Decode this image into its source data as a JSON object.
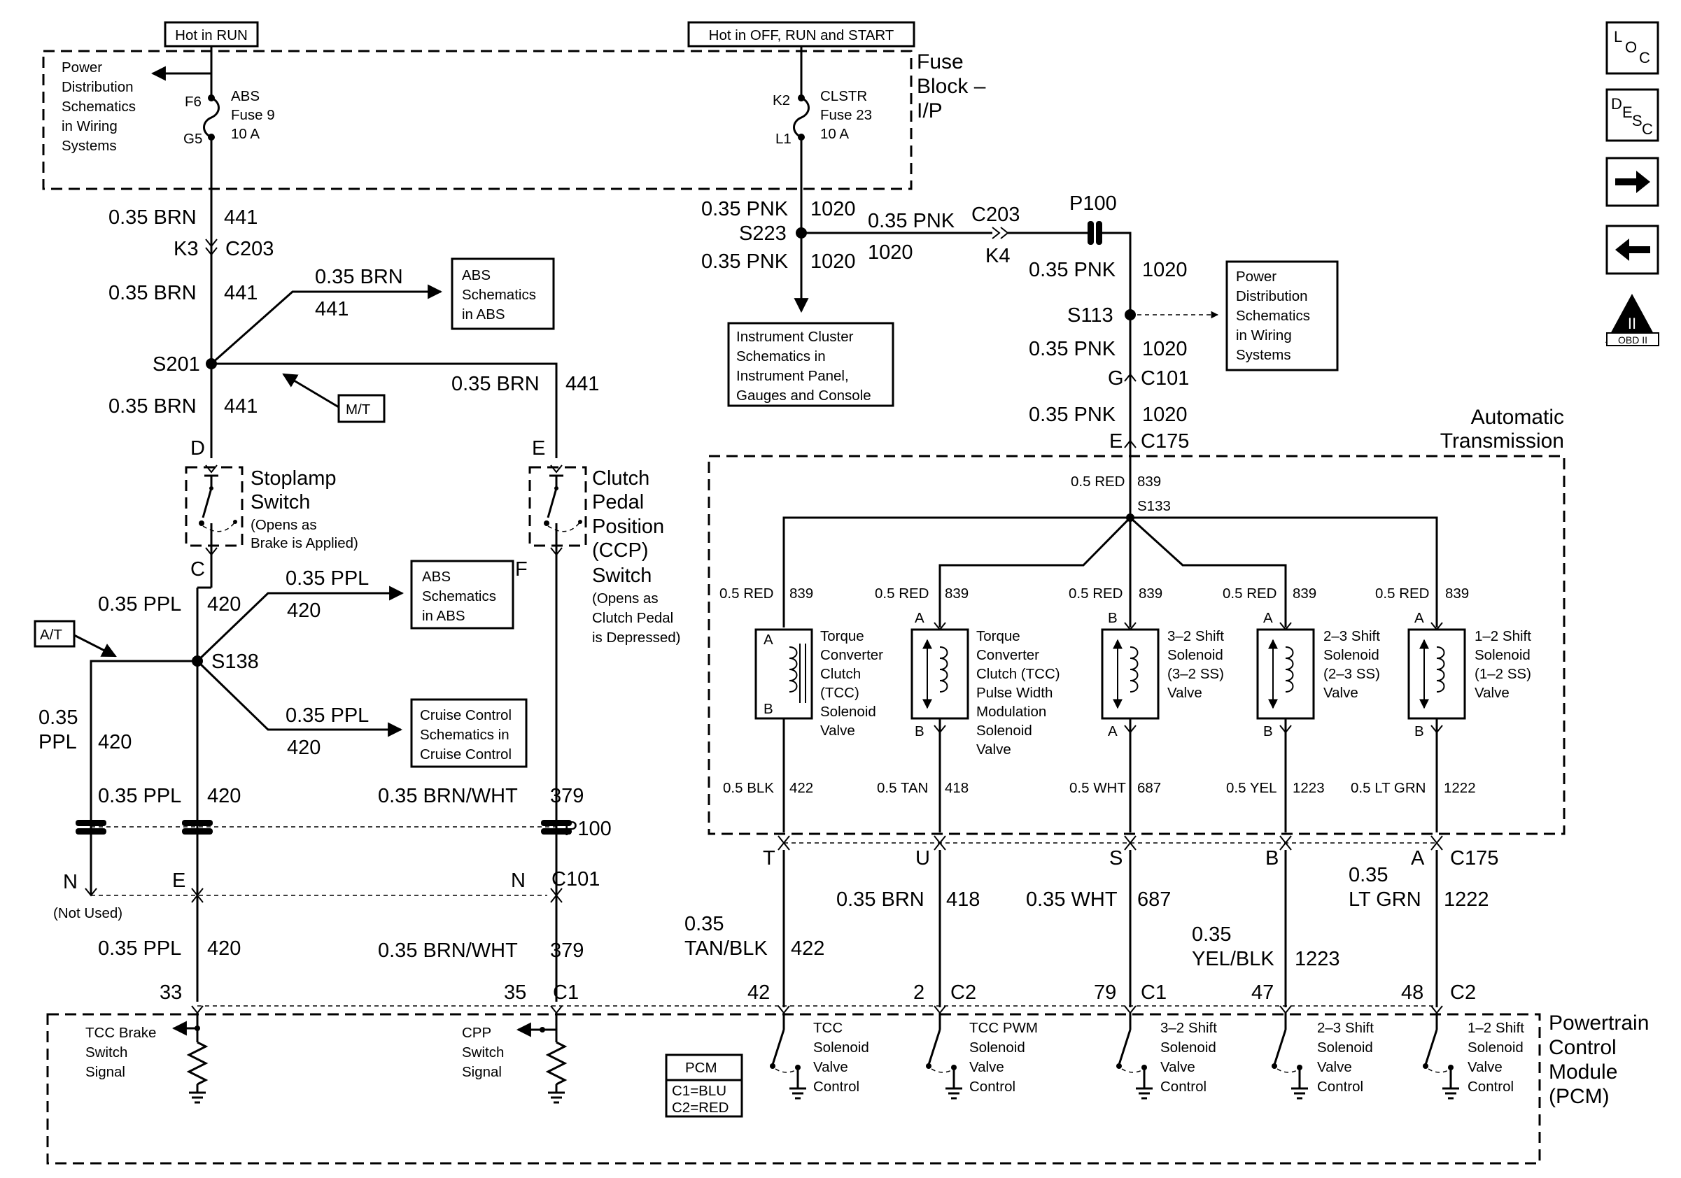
{
  "power": {
    "hot_run": "Hot in RUN",
    "hot_all": "Hot in OFF, RUN and START",
    "fuse_block": [
      "Fuse",
      "Block –",
      "I/P"
    ],
    "pdist_left": [
      "Power",
      "Distribution",
      "Schematics",
      "in Wiring",
      "Systems"
    ],
    "abs_fuse": {
      "top_term": "F6",
      "bottom_term": "G5",
      "lines": [
        "ABS",
        "Fuse 9",
        "10 A"
      ]
    },
    "clstr_fuse": {
      "top_term": "K2",
      "bottom_term": "L1",
      "lines": [
        "CLSTR",
        "Fuse 23",
        "10 A"
      ]
    }
  },
  "left": {
    "w1": {
      "gauge": "0.35 BRN",
      "circuit": "441"
    },
    "c203": {
      "pin": "K3",
      "name": "C203"
    },
    "w2": {
      "gauge": "0.35 BRN",
      "circuit": "441"
    },
    "abs_branch": {
      "gauge": "0.35 BRN",
      "circuit": "441",
      "box": [
        "ABS",
        "Schematics",
        "in ABS"
      ]
    },
    "s201": "S201",
    "mt": "M/T",
    "w3": {
      "gauge": "0.35 BRN",
      "circuit": "441"
    },
    "w_ccp": {
      "gauge": "0.35 BRN",
      "circuit": "441"
    },
    "stoplamp": {
      "top": "D",
      "bottom": "C",
      "name": [
        "Stoplamp",
        "Switch"
      ],
      "note": [
        "(Opens as",
        "Brake is Applied)"
      ]
    },
    "ccp": {
      "top": "E",
      "bottom": "F",
      "name": [
        "Clutch",
        "Pedal",
        "Position",
        "(CCP)",
        "Switch"
      ],
      "note": [
        "(Opens as",
        "Clutch Pedal",
        "is Depressed)"
      ]
    },
    "w4": {
      "gauge": "0.35 PPL",
      "circuit": "420"
    },
    "abs2": {
      "gauge": "0.35 PPL",
      "circuit": "420",
      "box": [
        "ABS",
        "Schematics",
        "in ABS"
      ]
    },
    "at": "A/T",
    "s138": "S138",
    "cruise": {
      "gauge": "0.35 PPL",
      "circuit": "420",
      "box": [
        "Cruise Control",
        "Schematics in",
        "Cruise Control"
      ]
    },
    "w_branch": {
      "gauge": [
        "0.35",
        "PPL"
      ],
      "circuit": "420"
    },
    "w5": {
      "gauge": "0.35 PPL",
      "circuit": "420"
    },
    "w_ccp2": {
      "gauge": "0.35 BRN/WHT",
      "circuit": "379"
    },
    "p100": "P100",
    "c101_pins": {
      "n_left": "N",
      "e": "E",
      "n_right": "N",
      "name": "C101"
    },
    "not_used": "(Not Used)",
    "w6": {
      "gauge": "0.35 PPL",
      "circuit": "420"
    },
    "w_ccp3": {
      "gauge": "0.35 BRN/WHT",
      "circuit": "379"
    },
    "pcm_pins": {
      "p33": "33",
      "p35": "35",
      "c1": "C1"
    },
    "tcc_brake": [
      "TCC Brake",
      "Switch",
      "Signal"
    ],
    "cpp_signal": [
      "CPP",
      "Switch",
      "Signal"
    ]
  },
  "right": {
    "w1": {
      "gauge": "0.35 PNK",
      "circuit": "1020"
    },
    "s223": "S223",
    "w2": {
      "gauge": "0.35 PNK",
      "circuit": "1020"
    },
    "w_h": {
      "gauge": "0.35 PNK",
      "circuit": "1020"
    },
    "c203": {
      "name": "C203",
      "pin": "K4"
    },
    "p100": "P100",
    "ic_box": [
      "Instrument Cluster",
      "Schematics in",
      "Instrument Panel,",
      "Gauges and Console"
    ],
    "w3": {
      "gauge": "0.35 PNK",
      "circuit": "1020"
    },
    "s113": "S113",
    "pd_box": [
      "Power",
      "Distribution",
      "Schematics",
      "in Wiring",
      "Systems"
    ],
    "w4": {
      "gauge": "0.35 PNK",
      "circuit": "1020"
    },
    "c101": {
      "pin": "G",
      "name": "C101"
    },
    "w5": {
      "gauge": "0.35 PNK",
      "circuit": "1020"
    },
    "c175": {
      "pin": "E",
      "name": "C175"
    },
    "auto_trans": [
      "Automatic",
      "Transmission"
    ],
    "w_red": {
      "gauge": "0.5 RED",
      "circuit": "839"
    },
    "s133": "S133",
    "sol_feed": {
      "gauge": "0.5 RED",
      "circuit": "839"
    }
  },
  "solenoids": [
    {
      "name": [
        "Torque",
        "Converter",
        "Clutch",
        "(TCC)",
        "Solenoid",
        "Valve"
      ],
      "top_pin": "A",
      "bottom_pin": "B",
      "out_gauge": "0.5 BLK",
      "out_circuit": "422",
      "c175_pin": "T",
      "harness_gauge": [
        "0.35",
        "TAN/BLK"
      ],
      "harness_circuit": "422",
      "pcm_pin": "42",
      "pcm_conn": "",
      "control": [
        "TCC",
        "Solenoid",
        "Valve",
        "Control"
      ]
    },
    {
      "name": [
        "Torque",
        "Converter",
        "Clutch (TCC)",
        "Pulse Width",
        "Modulation",
        "Solenoid",
        "Valve"
      ],
      "top_pin": "A",
      "bottom_pin": "B",
      "out_gauge": "0.5 TAN",
      "out_circuit": "418",
      "c175_pin": "U",
      "harness_gauge": [
        "0.35 BRN"
      ],
      "harness_circuit": "418",
      "pcm_pin": "2",
      "pcm_conn": "C2",
      "control": [
        "TCC PWM",
        "Solenoid",
        "Valve",
        "Control"
      ]
    },
    {
      "name": [
        "3–2 Shift",
        "Solenoid",
        "(3–2 SS)",
        "Valve"
      ],
      "top_pin": "B",
      "bottom_pin": "A",
      "out_gauge": "0.5 WHT",
      "out_circuit": "687",
      "c175_pin": "S",
      "harness_gauge": [
        "0.35 WHT"
      ],
      "harness_circuit": "687",
      "pcm_pin": "79",
      "pcm_conn": "C1",
      "control": [
        "3–2 Shift",
        "Solenoid",
        "Valve",
        "Control"
      ]
    },
    {
      "name": [
        "2–3 Shift",
        "Solenoid",
        "(2–3 SS)",
        "Valve"
      ],
      "top_pin": "A",
      "bottom_pin": "B",
      "out_gauge": "0.5 YEL",
      "out_circuit": "1223",
      "c175_pin": "B",
      "harness_gauge": [
        "0.35",
        "YEL/BLK"
      ],
      "harness_circuit": "1223",
      "pcm_pin": "47",
      "pcm_conn": "",
      "control": [
        "2–3 Shift",
        "Solenoid",
        "Valve",
        "Control"
      ]
    },
    {
      "name": [
        "1–2 Shift",
        "Solenoid",
        "(1–2 SS)",
        "Valve"
      ],
      "top_pin": "A",
      "bottom_pin": "B",
      "out_gauge": "0.5 LT GRN",
      "out_circuit": "1222",
      "c175_pin": "A",
      "harness_gauge": [
        "0.35",
        "LT GRN"
      ],
      "harness_circuit": "1222",
      "pcm_pin": "48",
      "pcm_conn": "C2",
      "control": [
        "1–2 Shift",
        "Solenoid",
        "Valve",
        "Control"
      ]
    }
  ],
  "c175_label": "C175",
  "pcm": {
    "name": [
      "Powertrain",
      "Control",
      "Module",
      "(PCM)"
    ],
    "legend_title": "PCM",
    "legend": [
      "C1=BLU",
      "C2=RED"
    ]
  },
  "nav": {
    "loc": [
      "L",
      "O",
      "C"
    ],
    "desc": [
      "D",
      "E",
      "S",
      "C"
    ],
    "obd": "OBD II",
    "obd_mark": "II"
  }
}
